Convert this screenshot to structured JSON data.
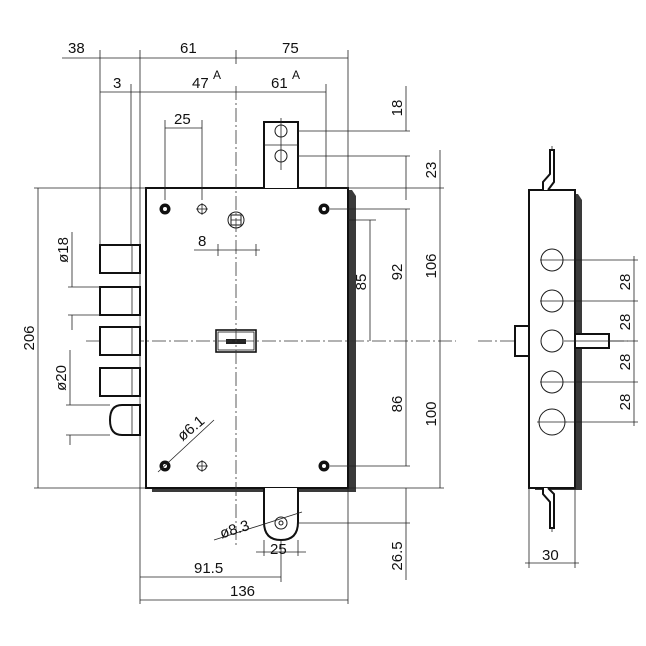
{
  "dimensions": {
    "top_38": "38",
    "top_61": "61",
    "top_75": "75",
    "top_3": "3",
    "top_47": "47",
    "sup_a1": "A",
    "top_61b": "61",
    "sup_a2": "A",
    "top_25": "25",
    "inner_8": "8",
    "right_18": "18",
    "right_23": "23",
    "right_85": "85",
    "right_92": "92",
    "right_106": "106",
    "right_86": "86",
    "right_100": "100",
    "right_26_5": "26.5",
    "left_206": "206",
    "left_phi18": "ø18",
    "left_phi20": "ø20",
    "diag_phi6_1": "ø6.1",
    "diag_phi8_3": "ø8.3",
    "bottom_25": "25",
    "bottom_91_5": "91.5",
    "bottom_136": "136",
    "side_28a": "28",
    "side_28b": "28",
    "side_28c": "28",
    "side_28d": "28",
    "side_30": "30"
  }
}
